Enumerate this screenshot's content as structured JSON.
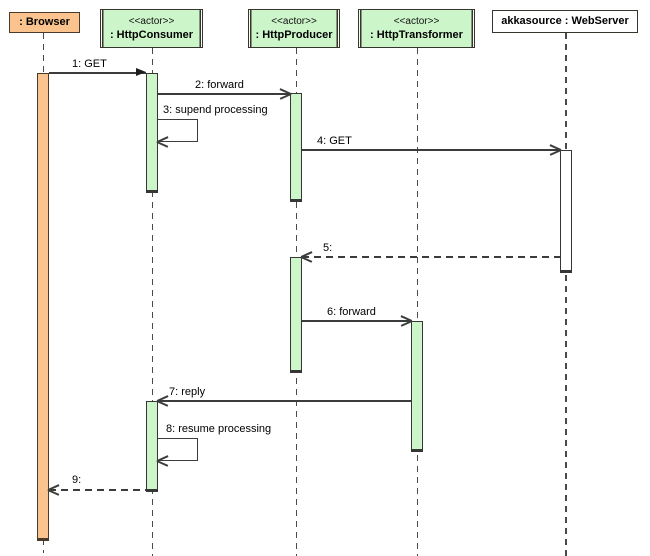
{
  "diagram": {
    "type": "uml-sequence-diagram",
    "participants": [
      {
        "id": "browser",
        "stereotype": "",
        "name": ": Browser",
        "fill": "#fbc48f"
      },
      {
        "id": "http-consumer",
        "stereotype": "<<actor>>",
        "name": ": HttpConsumer",
        "fill": "#ccf5ca"
      },
      {
        "id": "http-producer",
        "stereotype": "<<actor>>",
        "name": ": HttpProducer",
        "fill": "#ccf5ca"
      },
      {
        "id": "http-transformer",
        "stereotype": "<<actor>>",
        "name": ": HttpTransformer",
        "fill": "#ccf5ca"
      },
      {
        "id": "web-server",
        "stereotype": "",
        "name": "akkasource : WebServer",
        "fill": "#ffffff"
      }
    ],
    "messages": [
      {
        "label": "1: GET",
        "from": "browser",
        "to": "http-consumer",
        "line": "solid",
        "arrow": "filled"
      },
      {
        "label": "2: forward",
        "from": "http-consumer",
        "to": "http-producer",
        "line": "solid",
        "arrow": "open"
      },
      {
        "label": "3: supend processing",
        "from": "http-consumer",
        "to": "http-consumer",
        "line": "self",
        "arrow": "open"
      },
      {
        "label": "4: GET",
        "from": "http-producer",
        "to": "web-server",
        "line": "solid",
        "arrow": "open"
      },
      {
        "label": "5:",
        "from": "web-server",
        "to": "http-producer",
        "line": "dashed",
        "arrow": "open"
      },
      {
        "label": "6: forward",
        "from": "http-producer",
        "to": "http-transformer",
        "line": "solid",
        "arrow": "open"
      },
      {
        "label": "7: reply",
        "from": "http-transformer",
        "to": "http-consumer",
        "line": "solid",
        "arrow": "open"
      },
      {
        "label": "8: resume processing",
        "from": "http-consumer",
        "to": "http-consumer",
        "line": "self",
        "arrow": "open"
      },
      {
        "label": "9:",
        "from": "http-consumer",
        "to": "browser",
        "line": "dashed",
        "arrow": "open"
      }
    ],
    "colors": {
      "actor_fill": "#ccf5ca",
      "browser_fill": "#fbc48f",
      "server_fill": "#ffffff",
      "line": "#3c3c3c",
      "background": "#ffffff"
    }
  }
}
